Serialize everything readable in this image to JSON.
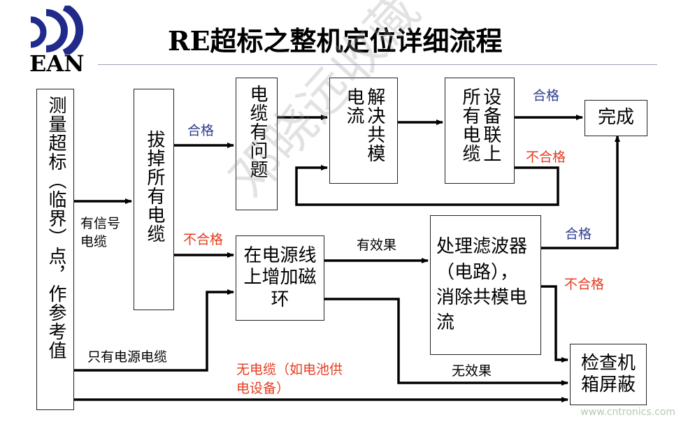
{
  "title": "RE超标之整机定位详细流程",
  "logo": {
    "text": "EAN",
    "color": "#1f2a8a"
  },
  "boxes": {
    "measure": "测量超标（临界）点，作参考值",
    "unplug": "拔掉所有电缆",
    "cable_issue": "电缆有问题",
    "cm_current": "解决共模电流",
    "connect_all": "设备联上所有电缆",
    "done": "完成",
    "ferrite": "在电源线上增加磁环",
    "filter": "处理滤波器（电路），消除共模电流",
    "check_shield": "检查机箱屏蔽"
  },
  "labels": {
    "has_signal_cable": "有信号\n电缆",
    "only_power_cable": "只有电源电缆",
    "no_cable": "无电缆（如电池供\n电设备）",
    "pass_1": "合格",
    "fail_1": "不合格",
    "pass_2": "合格",
    "fail_2": "不合格",
    "effective": "有效果",
    "pass_3": "合格",
    "fail_3": "不合格",
    "ineffective": "无效果"
  },
  "watermark": {
    "overlay": "邓晓远收藏",
    "site": "www.cntronics.com"
  },
  "colors": {
    "pass": "#2f3f8f",
    "fail": "#e63b1f",
    "line": "#000000"
  }
}
